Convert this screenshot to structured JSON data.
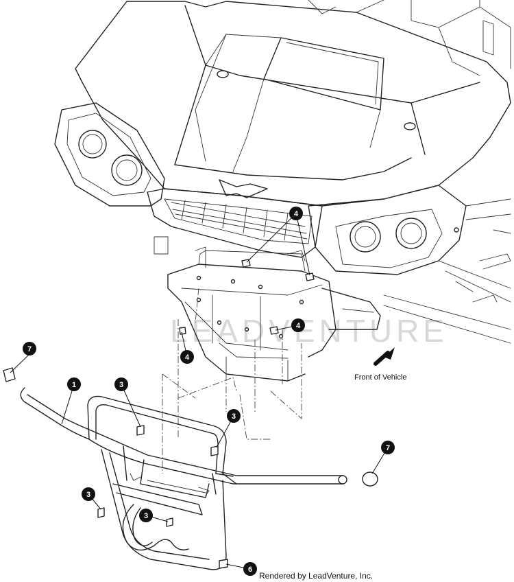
{
  "callouts": [
    {
      "number": "1"
    },
    {
      "number": "3"
    },
    {
      "number": "3"
    },
    {
      "number": "3"
    },
    {
      "number": "3"
    },
    {
      "number": "4"
    },
    {
      "number": "4"
    },
    {
      "number": "4"
    },
    {
      "number": "6"
    },
    {
      "number": "7"
    },
    {
      "number": "7"
    }
  ],
  "direction_label": "Front of Vehicle",
  "watermark": "LEADVENTURE",
  "footer": "Rendered by LeadVenture, Inc."
}
